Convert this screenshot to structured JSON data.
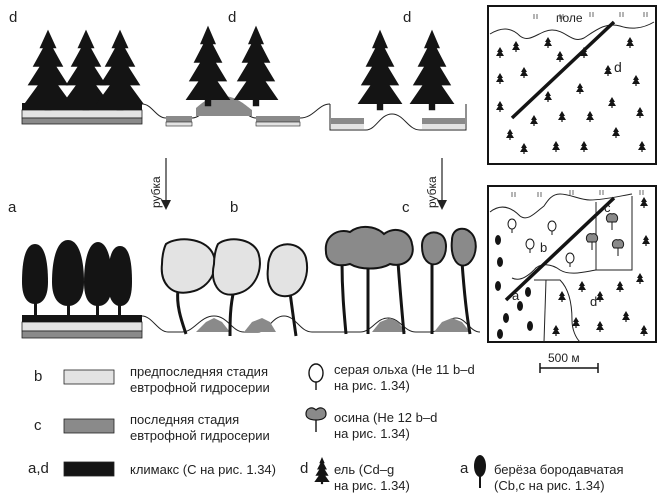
{
  "top_labels": [
    "d",
    "d",
    "d"
  ],
  "arrow_label": "рубка",
  "mid_labels": [
    "a",
    "b",
    "c"
  ],
  "map_top": {
    "field_label": "поле",
    "zone_label": "d"
  },
  "map_bottom": {
    "zone_labels": [
      "a",
      "b",
      "c",
      "d"
    ]
  },
  "scale_label": "500 м",
  "legend": [
    {
      "letter": "b",
      "line1": "предпоследняя стадия",
      "line2": "евтрофной гидросерии",
      "swatch": "#e3e3e3"
    },
    {
      "letter": "c",
      "line1": "последняя стадия",
      "line2": "евтрофной гидросерии",
      "swatch": "#8a8a8a"
    },
    {
      "letter": "a,d",
      "line1": "климакс (С на рис. 1.34)",
      "line2": "",
      "swatch": "#141414"
    }
  ],
  "species": [
    {
      "letter": "",
      "line1": "серая ольха (Не 11 b–d",
      "line2": "на рис. 1.34)",
      "icon": "alder-icon"
    },
    {
      "letter": "",
      "line1": "осина (Не 12 b–d",
      "line2": "на рис. 1.34)",
      "icon": "aspen-icon"
    },
    {
      "letter": "d",
      "line1": "ель (Cd–g",
      "line2": "на рис. 1.34)",
      "icon": "spruce-icon"
    },
    {
      "letter": "a",
      "line1": "берёза бородавчатая",
      "line2": "(Cb,c на рис. 1.34)",
      "icon": "birch-icon"
    }
  ],
  "colors": {
    "light": "#e3e3e3",
    "mid": "#8a8a8a",
    "dark": "#141414"
  }
}
